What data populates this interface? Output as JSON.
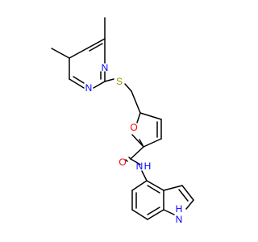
{
  "colors": {
    "bond": "#000000",
    "N": "#0000ff",
    "O": "#ff0000",
    "S": "#999900",
    "background": "#ffffff"
  },
  "atoms": {
    "n1": "N",
    "n2": "N",
    "s": "S",
    "o_ring": "O",
    "o_carbonyl": "O",
    "n_amide": "N",
    "h_amide": "H",
    "nh_indole": "H"
  }
}
